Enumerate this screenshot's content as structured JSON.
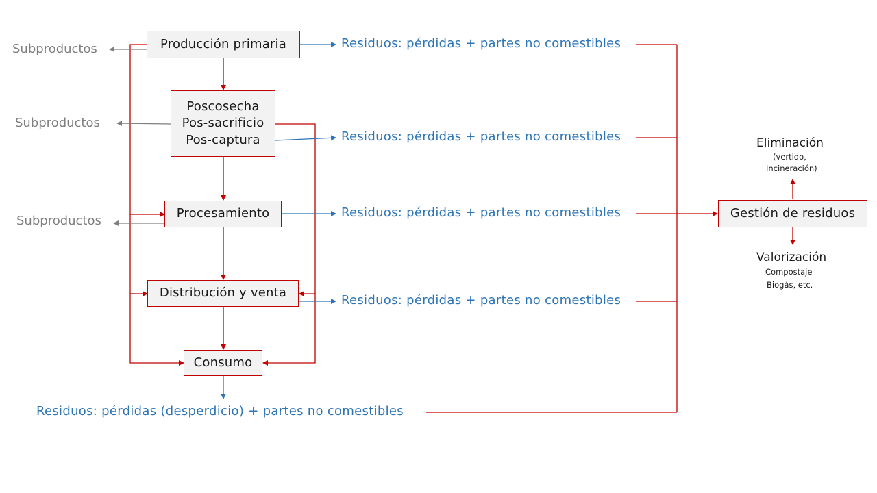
{
  "boxes": {
    "produccion": "Producción primaria",
    "poscosecha": [
      "Poscosecha",
      "Pos-sacrificio",
      "Pos-captura"
    ],
    "procesamiento": "Procesamiento",
    "distribucion": "Distribución y venta",
    "consumo": "Consumo",
    "gestion": "Gestión de residuos"
  },
  "subproductos": [
    "Subproductos",
    "Subproductos",
    "Subproductos"
  ],
  "residuos": [
    "Residuos: pérdidas + partes no comestibles",
    "Residuos: pérdidas + partes no comestibles",
    "Residuos: pérdidas + partes no comestibles",
    "Residuos: pérdidas + partes no comestibles"
  ],
  "residuos_consumo": "Residuos: pérdidas (desperdicio) + partes no comestibles",
  "eliminacion": {
    "title": "Eliminación",
    "lines": [
      "(vertido,",
      "Incineración)"
    ]
  },
  "valorizacion": {
    "title": "Valorización",
    "lines": [
      "Compostaje",
      "Biogás, etc."
    ]
  },
  "colors": {
    "red": "#c00000",
    "blue": "#2e75b6",
    "gray": "#7f7f7f"
  }
}
